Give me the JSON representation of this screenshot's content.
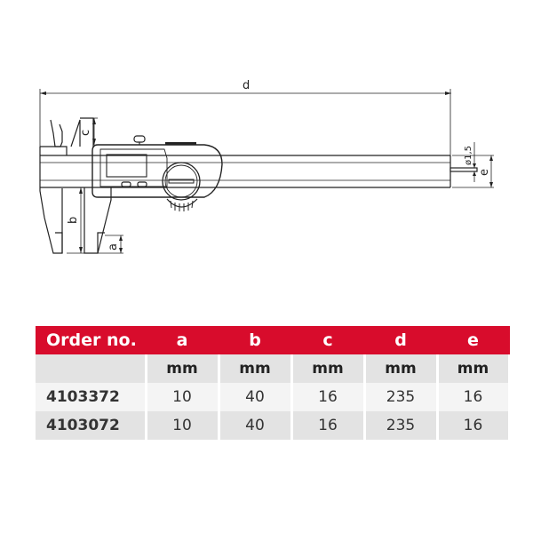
{
  "diagram": {
    "title": "Digital caliper dimension drawing",
    "labels": {
      "a": "a",
      "b": "b",
      "c": "c",
      "d": "d",
      "e": "e",
      "depth_rod": "ø1,5"
    }
  },
  "table": {
    "header": [
      "Order no.",
      "a",
      "b",
      "c",
      "d",
      "e"
    ],
    "units": [
      "",
      "mm",
      "mm",
      "mm",
      "mm",
      "mm"
    ],
    "rows": [
      [
        "4103372",
        "10",
        "40",
        "16",
        "235",
        "16"
      ],
      [
        "4103072",
        "10",
        "40",
        "16",
        "235",
        "16"
      ]
    ],
    "colors": {
      "header_bg": "#d80c2c",
      "header_text": "#ffffff",
      "units_bg": "#e3e3e3",
      "row_light": "#f4f4f4",
      "row_dark": "#e3e3e3"
    }
  }
}
